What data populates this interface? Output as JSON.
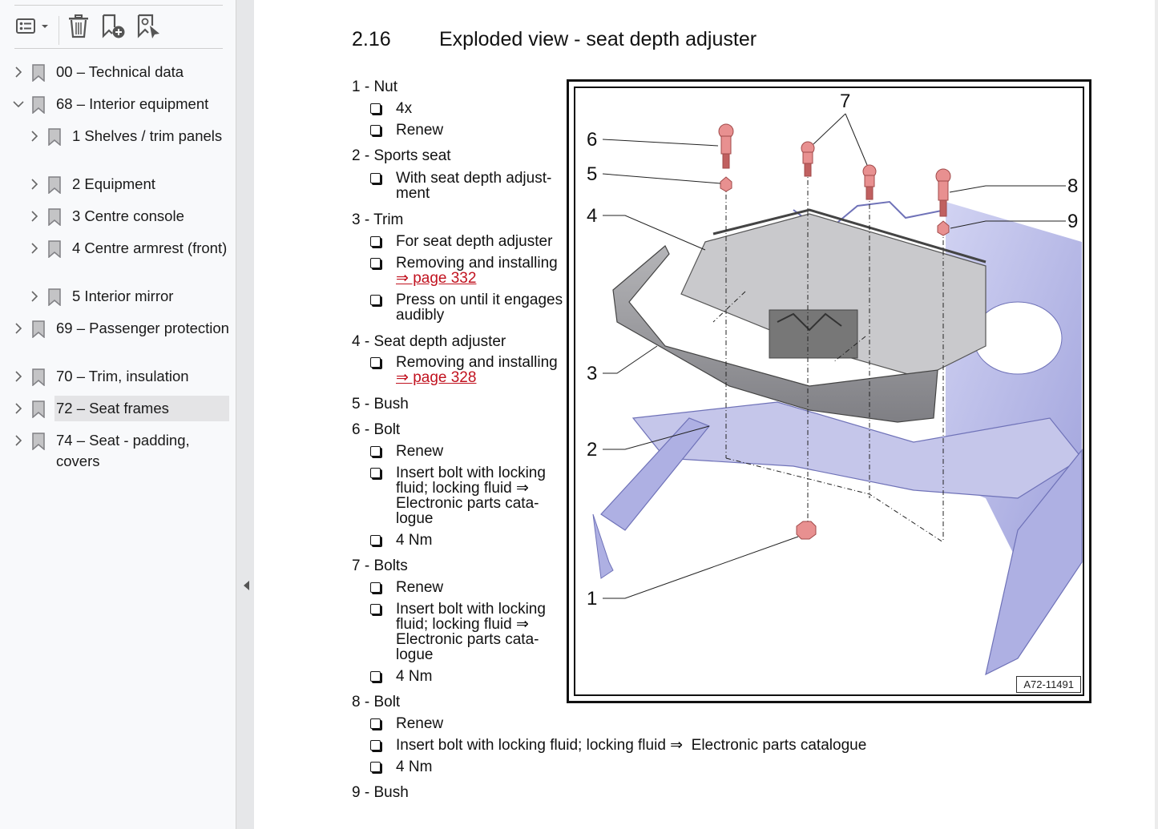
{
  "toolbar": {
    "options_icon": "list-options-icon",
    "delete_icon": "trash-icon",
    "add_bookmark_icon": "bookmark-add-icon",
    "find_bookmark_icon": "bookmark-find-icon"
  },
  "bookmarks": [
    {
      "label": "00 – Technical data",
      "level": 0,
      "expanded": false,
      "selected": false
    },
    {
      "label": "68 – Interior equipment",
      "level": 0,
      "expanded": true,
      "selected": false
    },
    {
      "label": "1 Shelves / trim panels",
      "level": 1,
      "expanded": false,
      "selected": false
    },
    {
      "label": "2 Equipment",
      "level": 1,
      "expanded": false,
      "selected": false
    },
    {
      "label": "3 Centre console",
      "level": 1,
      "expanded": false,
      "selected": false
    },
    {
      "label": "4 Centre armrest (front)",
      "level": 1,
      "expanded": false,
      "selected": false
    },
    {
      "label": "5 Interior mirror",
      "level": 1,
      "expanded": false,
      "selected": false
    },
    {
      "label": "69 – Passenger protection",
      "level": 0,
      "expanded": false,
      "selected": false
    },
    {
      "label": "70 – Trim, insulation",
      "level": 0,
      "expanded": false,
      "selected": false
    },
    {
      "label": "72 – Seat frames",
      "level": 0,
      "expanded": false,
      "selected": true
    },
    {
      "label": "74 – Seat - padding, covers",
      "level": 0,
      "expanded": false,
      "selected": false
    }
  ],
  "document": {
    "section_number": "2.16",
    "section_title": "Exploded view - seat depth adjuster",
    "parts": [
      {
        "head": "1 - Nut",
        "bullets": [
          "4x",
          "Renew"
        ]
      },
      {
        "head": "2 - Sports seat",
        "bullets": [
          "With seat depth adjust-\nment"
        ]
      },
      {
        "head": "3 - Trim",
        "bullets": [
          "For seat depth adjuster",
          "Removing and installing",
          "Press on until it engages\naudibly"
        ],
        "links": {
          "1": "⇒ page 332"
        }
      },
      {
        "head": "4 - Seat depth adjuster",
        "bullets": [
          "Removing and installing"
        ],
        "links": {
          "0": "⇒ page 328"
        }
      },
      {
        "head": "5 - Bush",
        "bullets": []
      },
      {
        "head": "6 - Bolt",
        "bullets": [
          "Renew",
          "Insert bolt with locking\nfluid; locking fluid ⇒\nElectronic parts cata-\nlogue",
          "4 Nm"
        ]
      },
      {
        "head": "7 - Bolts",
        "bullets": [
          "Renew",
          "Insert bolt with locking\nfluid; locking fluid ⇒\nElectronic parts cata-\nlogue",
          "4 Nm"
        ]
      },
      {
        "head": "8 - Bolt",
        "bullets": [
          "Renew",
          "Insert bolt with locking fluid; locking fluid ⇒  Electronic parts catalogue",
          "4 Nm"
        ]
      },
      {
        "head": "9 - Bush",
        "bullets": []
      }
    ],
    "figure": {
      "id": "A72-11491",
      "callouts": [
        "1",
        "2",
        "3",
        "4",
        "5",
        "6",
        "7",
        "8",
        "9"
      ]
    }
  },
  "colors": {
    "link": "#c1121f",
    "part_highlight": "#e89090",
    "frame_tint": "#a7a8e0",
    "component_gray": "#8e8e92",
    "selected_bg": "#e4e4e6"
  }
}
